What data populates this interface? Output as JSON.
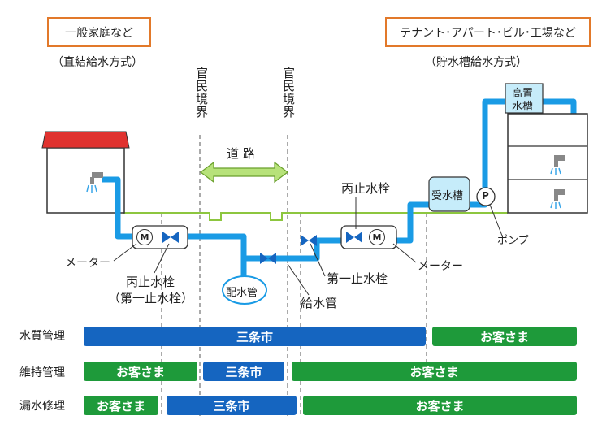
{
  "left_case": {
    "title": "一般家庭など",
    "subtitle": "（直結給水方式）"
  },
  "right_case": {
    "title": "テナント･アパート･ビル･工場など",
    "subtitle": "（貯水槽給水方式）"
  },
  "boundary_label": "官民境界",
  "road_label": "道 路",
  "tank_labels": {
    "elevated_line1": "高置",
    "elevated_line2": "水槽",
    "receiving": "受水槽",
    "pump_symbol": "P",
    "meter_symbol": "M"
  },
  "part_labels": {
    "meter_left": "メーター",
    "gate_valve_left_1": "丙止水栓",
    "gate_valve_left_2": "（第一止水栓）",
    "main_pipe": "配水管",
    "service_pipe": "給水管",
    "first_valve_right": "第一止水栓",
    "gate_valve_right": "丙止水栓",
    "meter_right": "メーター",
    "pump": "ポンプ"
  },
  "colors": {
    "pipe": "#1a9be5",
    "city": "#1565c0",
    "customer": "#1e9a3a",
    "road": "#8dc63f",
    "boundary_box": "#e2792a"
  },
  "responsibility": [
    {
      "label": "水質管理",
      "segments": [
        {
          "owner": "三条市",
          "kind": "city"
        },
        {
          "owner": "お客さま",
          "kind": "customer"
        }
      ]
    },
    {
      "label": "維持管理",
      "segments": [
        {
          "owner": "お客さま",
          "kind": "customer"
        },
        {
          "owner": "三条市",
          "kind": "city"
        },
        {
          "owner": "お客さま",
          "kind": "customer"
        }
      ]
    },
    {
      "label": "漏水修理",
      "segments": [
        {
          "owner": "お客さま",
          "kind": "customer"
        },
        {
          "owner": "三条市",
          "kind": "city"
        },
        {
          "owner": "お客さま",
          "kind": "customer"
        }
      ]
    }
  ]
}
